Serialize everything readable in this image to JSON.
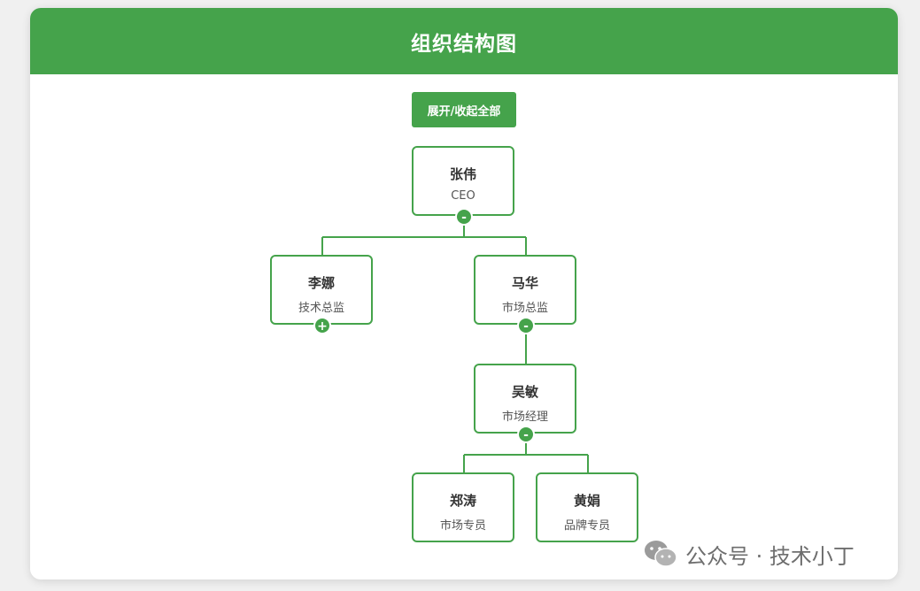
{
  "header": {
    "title": "组织结构图"
  },
  "controls": {
    "toggle_all_label": "展开/收起全部"
  },
  "nodes": {
    "ceo": {
      "name": "张伟",
      "title": "CEO",
      "toggle": "-"
    },
    "tech": {
      "name": "李娜",
      "title": "技术总监",
      "toggle": "+"
    },
    "market": {
      "name": "马华",
      "title": "市场总监",
      "toggle": "-"
    },
    "market_mgr": {
      "name": "吴敏",
      "title": "市场经理",
      "toggle": "-"
    },
    "market_staff": {
      "name": "郑涛",
      "title": "市场专员"
    },
    "brand_staff": {
      "name": "黄娟",
      "title": "品牌专员"
    }
  },
  "colors": {
    "accent": "#45a34b",
    "text": "#333333",
    "subtext": "#555555",
    "background": "#f0f0f0",
    "card": "#ffffff"
  },
  "watermark": {
    "icon": "wechat-icon",
    "text": "公众号 · 技术小丁"
  }
}
